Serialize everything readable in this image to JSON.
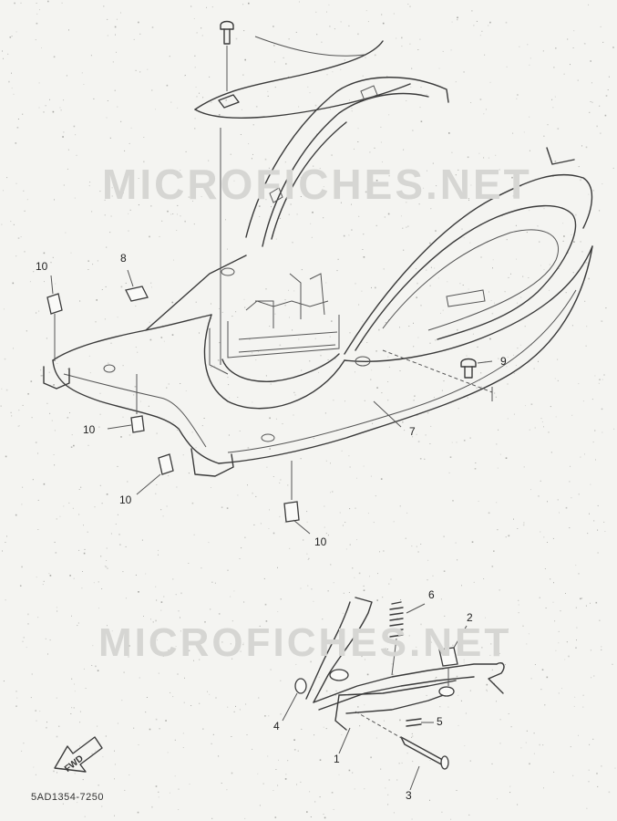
{
  "watermark": "MICROFICHES.NET",
  "diagram_code": "5AD1354-7250",
  "fwd_label": "FWD",
  "callouts": {
    "c1": "1",
    "c2": "2",
    "c3": "3",
    "c4": "4",
    "c5": "5",
    "c6": "6",
    "c7": "7",
    "c8": "8",
    "c9": "9",
    "c10a": "10",
    "c10b": "10",
    "c10c": "10",
    "c10d": "10"
  },
  "colors": {
    "ink": "#3a3a3a",
    "paper": "#f4f4f1",
    "watermark": "#d6d6d3"
  }
}
